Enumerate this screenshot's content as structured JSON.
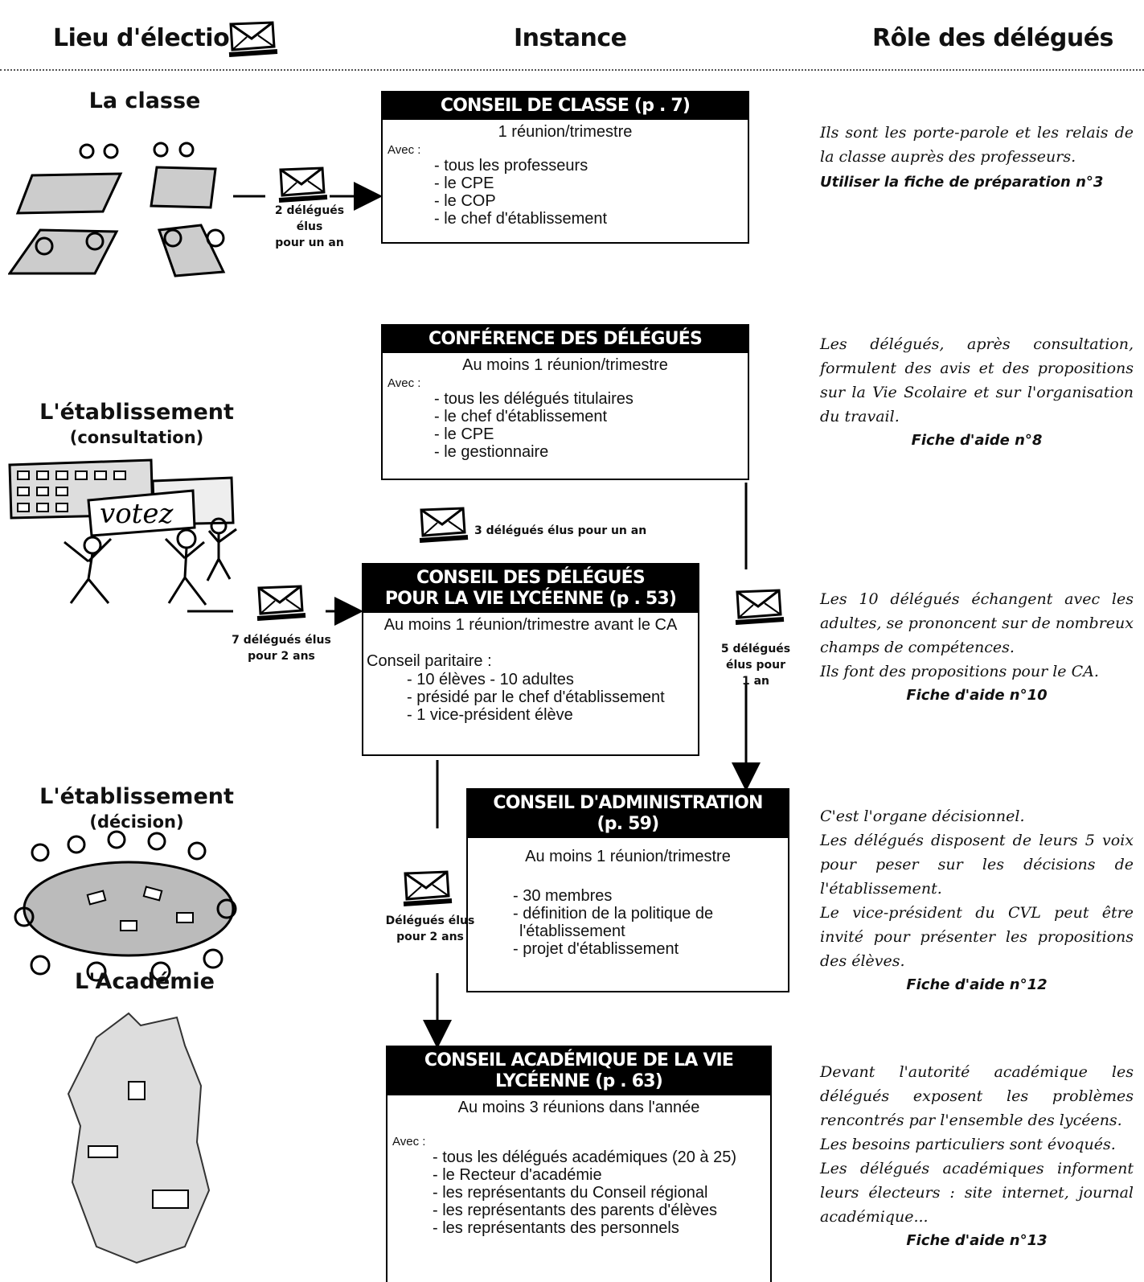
{
  "headers": {
    "lieu": "Lieu d'élection",
    "instance": "Instance",
    "role": "Rôle des délégués"
  },
  "places": {
    "classe": "La classe",
    "etab1": "L'établissement",
    "etab1_sub": "(consultation)",
    "etab2": "L'établissement",
    "etab2_sub": "(décision)",
    "academie": "L'Académie",
    "votez": "votez"
  },
  "boxes": {
    "classe": {
      "title": "CONSEIL DE CLASSE (p       . 7)",
      "meetings": "1 réunion/trimestre",
      "avec": "Avec :",
      "items": [
        "- tous les professeurs",
        "- le CPE",
        "- le COP",
        "- le chef d'établissement"
      ]
    },
    "conference": {
      "title": "CONFÉRENCE DES DÉLÉGUÉS",
      "meetings": "Au moins 1 réunion/trimestre",
      "avec": "Avec :",
      "items": [
        "- tous les délégués titulaires",
        "- le chef d'établissement",
        "- le CPE",
        "- le gestionnaire"
      ]
    },
    "cvl": {
      "title1": "CONSEIL DES DÉLÉGUÉS",
      "title2": "POUR LA VIE LYCÉENNE (p       . 53)",
      "meetings": "Au moins 1 réunion/trimestre avant le CA",
      "avec": "Conseil paritaire :",
      "items": [
        "- 10 élèves - 10 adultes",
        "- présidé par le chef d'établissement",
        "- 1 vice-président élève"
      ]
    },
    "ca": {
      "title1": "CONSEIL D'ADMINISTRATION",
      "title2": "(p. 59)",
      "meetings": "Au moins 1 réunion/trimestre",
      "items": [
        "- 30 membres",
        "- définition de la politique de",
        "  l'établissement",
        "- projet d'établissement"
      ]
    },
    "cavl": {
      "title1": "CONSEIL    ACADÉMIQUE DE LA VIE",
      "title2": "LYCÉENNE (p    . 63)",
      "meetings": "Au moins 3 réunions dans l'année",
      "avec": "Avec :",
      "items": [
        "- tous les délégués académiques (20 à 25)",
        "- le Recteur d'académie",
        "- les représentants du Conseil régional",
        "- les représentants des parents d'élèves",
        "- les représentants des personnels"
      ]
    }
  },
  "elections": {
    "classe": [
      "2 délégués élus",
      "pour un an"
    ],
    "conference": "3 délégués élus pour un an",
    "cvl": [
      "7 délégués élus",
      "pour 2 ans"
    ],
    "ca": [
      "5 délégués",
      "élus pour",
      "1 an"
    ],
    "cavl": [
      "Délégués élus",
      "pour 2 ans"
    ]
  },
  "roles": {
    "classe": "Ils sont les porte-parole et les relais de la classe auprès des professeurs.",
    "classe_ref": "Utiliser la fiche de préparation n°3",
    "conference": "Les délégués, après consultation, formulent des avis et des propositions sur la Vie Scolaire et sur l'organisation du travail.",
    "conference_ref": "Fiche d'aide n°8",
    "cvl1": "Les 10 délégués échangent avec les adultes, se prononcent sur de nombreux champs de compétences.",
    "cvl2": "Ils font des propositions pour le CA.",
    "cvl_ref": "Fiche d'aide n°10",
    "ca1": "C'est l'organe décisionnel.",
    "ca2": "Les délégués disposent de leurs 5 voix pour peser sur les décisions de l'établissement.",
    "ca3": "Le vice-président du CVL peut être invité pour présenter les propositions des élèves.",
    "ca_ref": "Fiche d'aide n°12",
    "cavl1": "Devant l'autorité académique les délégués exposent les problèmes rencontrés par l'ensemble des lycéens.",
    "cavl2": "Les besoins particuliers sont évoqués.",
    "cavl3": "Les délégués académiques informent leurs électeurs : site internet, journal académique...",
    "cavl_ref": "Fiche d'aide n°13"
  }
}
